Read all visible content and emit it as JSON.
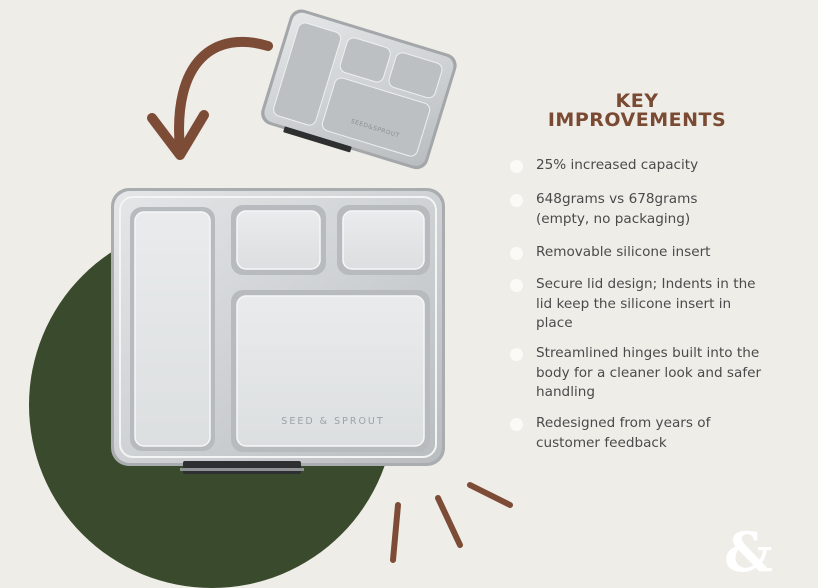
{
  "heading": {
    "line1": "KEY",
    "line2": "IMPROVEMENTS"
  },
  "features": [
    {
      "lines": [
        "25% increased capacity"
      ]
    },
    {
      "lines": [
        "648grams vs 678grams",
        "(empty, no packaging)"
      ]
    },
    {
      "lines": [
        "Removable silicone insert"
      ]
    },
    {
      "lines": [
        "Secure lid design; Indents in the",
        "lid keep the silicone insert in",
        "place"
      ]
    },
    {
      "lines": [
        "Streamlined hinges built into the",
        "body for a cleaner look and safer",
        "handling"
      ]
    },
    {
      "lines": [
        "Redesigned from years of",
        "customer feedback"
      ]
    }
  ],
  "product": {
    "brand_mark": "SEED & SPROUT",
    "brand_mark_small": "SEED&SPROUT"
  },
  "decor": {
    "ampersand": "&"
  },
  "colors": {
    "background": "#efede8",
    "accent_brown": "#7a4a33",
    "arrow_brown": "#7d4c36",
    "dark_green": "#3a4a2c",
    "steel": "#c9ccce",
    "text": "#4a4a4a"
  },
  "icons": [
    "curved-arrow-icon",
    "bullet-dot-icon",
    "accent-stroke-icon",
    "ampersand-icon"
  ]
}
